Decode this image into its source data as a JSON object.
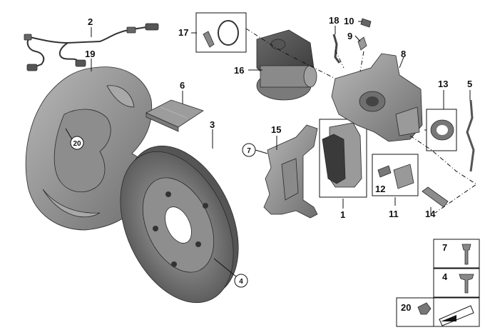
{
  "diagram": {
    "callouts": {
      "n1": "1",
      "n2": "2",
      "n3": "3",
      "n4": "4",
      "n5": "5",
      "n6": "6",
      "n7": "7",
      "n8": "8",
      "n9": "9",
      "n10": "10",
      "n11": "11",
      "n12": "12",
      "n13": "13",
      "n14": "14",
      "n15": "15",
      "n16": "16",
      "n17": "17",
      "n18": "18",
      "n19": "19",
      "n20": "20"
    },
    "circled": {
      "c20": "20",
      "c7": "7",
      "c4": "4"
    },
    "legend": {
      "l7": "7",
      "l4": "4",
      "l20": "20"
    }
  }
}
